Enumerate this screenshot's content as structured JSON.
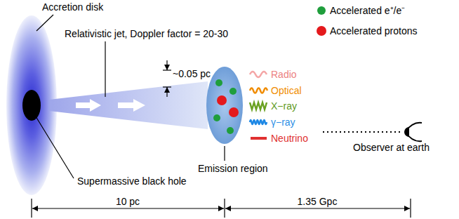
{
  "diagram": {
    "labels": [
      "Accretion disk",
      "Relativistic jet, Doppler factor = 20-30",
      "~0.05 pc",
      "Radio",
      "Optical",
      "X−ray",
      "γ−ray",
      "Neutrino",
      "Emission region",
      "Observer at earth",
      "Supermassive black hole",
      "10 pc",
      "1.35 Gpc"
    ],
    "legend": [
      {
        "text": "Accelerated e⁺/e⁻",
        "color": "#1f9e3c"
      },
      {
        "text": "Accelerated protons",
        "color": "#e4191c"
      }
    ]
  }
}
